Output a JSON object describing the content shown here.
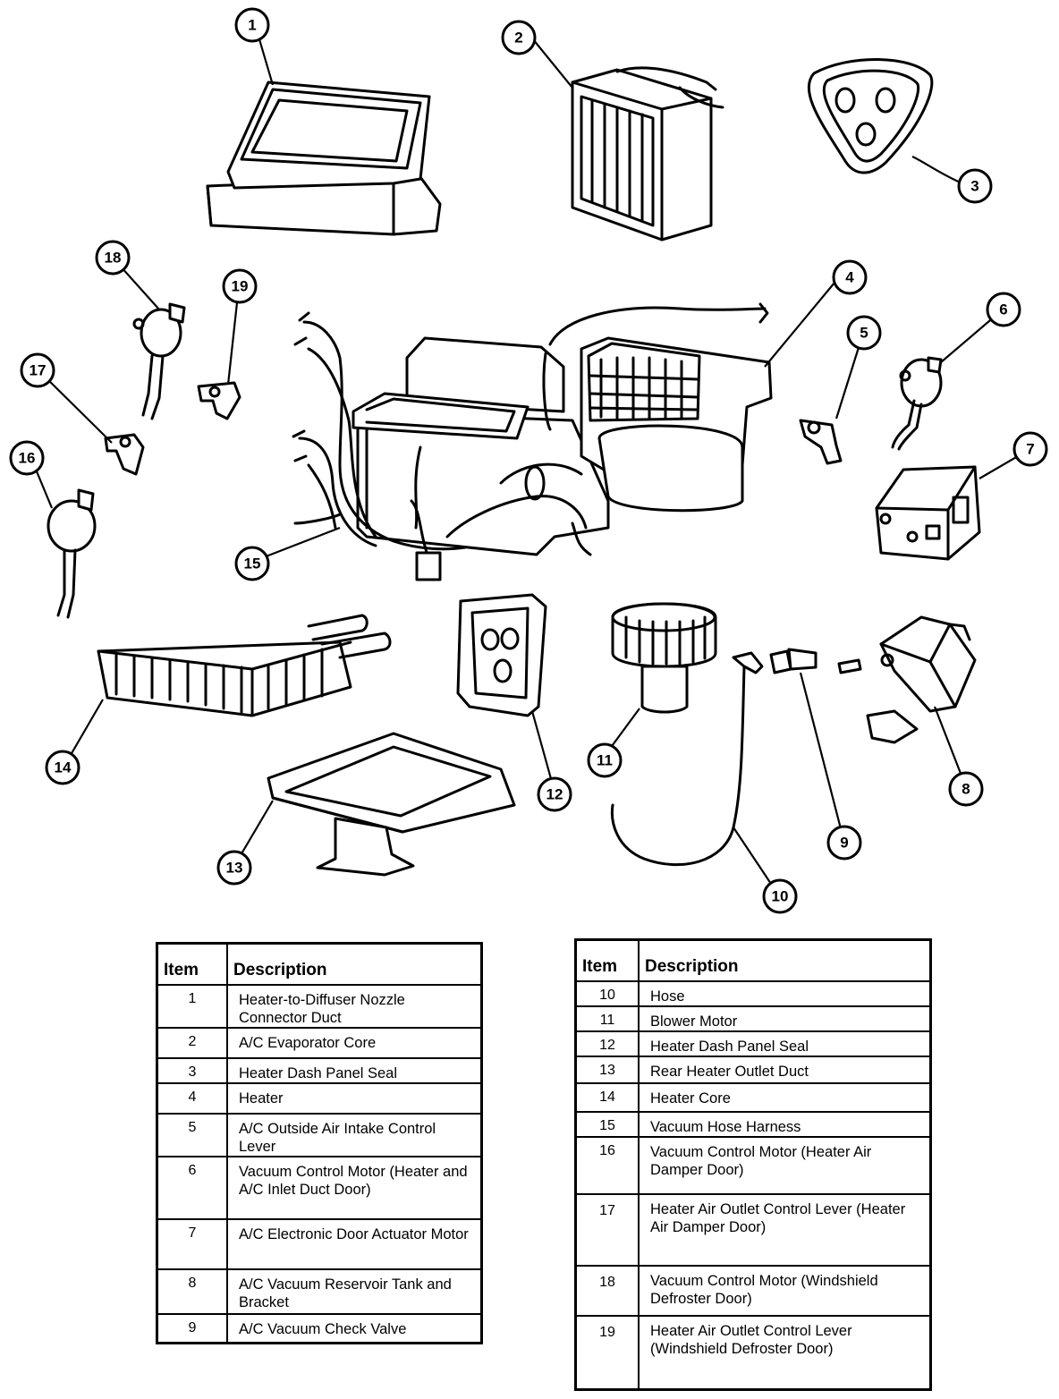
{
  "callouts": [
    "1",
    "2",
    "3",
    "4",
    "5",
    "6",
    "7",
    "8",
    "9",
    "10",
    "11",
    "12",
    "13",
    "14",
    "15",
    "16",
    "17",
    "18",
    "19"
  ],
  "table_left": {
    "header_item": "Item",
    "header_description": "Description",
    "rows": [
      {
        "item": "1",
        "description": "Heater-to-Diffuser Nozzle Connector Duct"
      },
      {
        "item": "2",
        "description": "A/C Evaporator Core"
      },
      {
        "item": "3",
        "description": "Heater Dash Panel Seal"
      },
      {
        "item": "4",
        "description": "Heater"
      },
      {
        "item": "5",
        "description": "A/C Outside Air Intake Control Lever"
      },
      {
        "item": "6",
        "description": "Vacuum Control Motor (Heater and A/C Inlet Duct Door)"
      },
      {
        "item": "7",
        "description": "A/C Electronic Door Actuator Motor"
      },
      {
        "item": "8",
        "description": "A/C Vacuum Reservoir Tank and Bracket"
      },
      {
        "item": "9",
        "description": "A/C Vacuum Check Valve"
      }
    ]
  },
  "table_right": {
    "header_item": "Item",
    "header_description": "Description",
    "rows": [
      {
        "item": "10",
        "description": "Hose"
      },
      {
        "item": "11",
        "description": "Blower Motor"
      },
      {
        "item": "12",
        "description": "Heater Dash Panel Seal"
      },
      {
        "item": "13",
        "description": "Rear Heater Outlet Duct"
      },
      {
        "item": "14",
        "description": "Heater Core"
      },
      {
        "item": "15",
        "description": "Vacuum Hose Harness"
      },
      {
        "item": "16",
        "description": "Vacuum Control Motor (Heater Air Damper Door)"
      },
      {
        "item": "17",
        "description": "Heater Air Outlet Control Lever (Heater Air Damper Door)"
      },
      {
        "item": "18",
        "description": "Vacuum Control Motor (Windshield Defroster Door)"
      },
      {
        "item": "19",
        "description": "Heater Air Outlet Control Lever (Windshield Defroster Door)"
      }
    ]
  }
}
